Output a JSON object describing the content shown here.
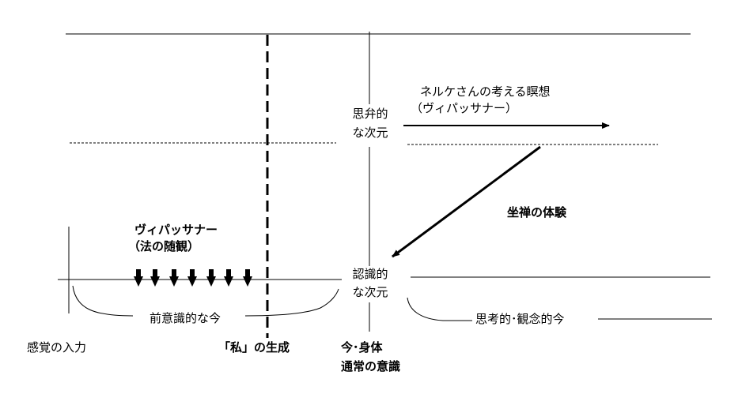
{
  "texts": {
    "nerke_meditation": "ネルケさんの考える瞑想",
    "vipassana_paren": "（ヴィパッサナー）",
    "discursive_line1": "思弁的",
    "discursive_line2": "な次元",
    "zazen_experience": "坐禅の体験",
    "vipassana_bold": "ヴィパッサナー",
    "dharma_contemplation": "（法の随観）",
    "cognitive_line1": "認識的",
    "cognitive_line2": "な次元",
    "preconscious_now": "前意識的な今",
    "thinking_now": "思考的･観念的今",
    "sensory_input": "感覚の入力",
    "self_generation": "「私」の生成",
    "now_body": "今･身体",
    "ordinary_consciousness": "通常の意識"
  },
  "colors": {
    "ink": "#000000",
    "background": "#ffffff"
  }
}
